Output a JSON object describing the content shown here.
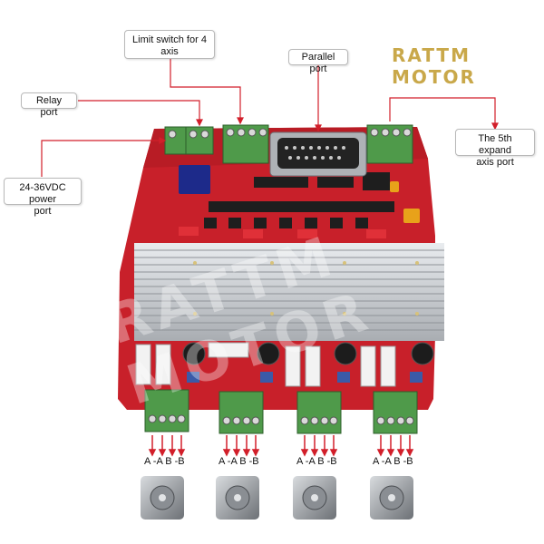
{
  "brand": "RATTM MOTOR",
  "callouts": {
    "limit_switch": "Limit switch for 4\naxis",
    "parallel_port": "Parallel port",
    "relay_port": "Relay port",
    "power_port": "24-36VDC power\nport",
    "fifth_axis": "The 5th expand\naxis port"
  },
  "motor_phase_labels": [
    "A -A B -B",
    "A -A B -B",
    "A -A B -B",
    "A -A B -B"
  ],
  "watermark": "RATTM MOTOR",
  "colors": {
    "pcb": "#c8202a",
    "heatsink": "#c9ccd0",
    "terminal": "#4f9a4a",
    "arrow": "#d21f2a",
    "brand": "#c9a84a"
  }
}
